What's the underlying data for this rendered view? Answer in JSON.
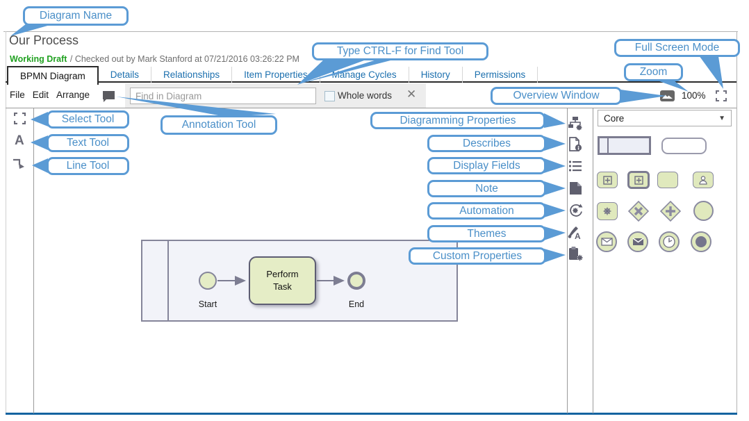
{
  "header": {
    "title": "Our Process",
    "status": "Working Draft",
    "status_detail": "/ Checked out by Mark Stanford at 07/21/2016 03:26:22 PM"
  },
  "tabs": [
    {
      "label": "BPMN Diagram",
      "active": true
    },
    {
      "label": "Details",
      "active": false
    },
    {
      "label": "Relationships",
      "active": false
    },
    {
      "label": "Item Properties",
      "active": false
    },
    {
      "label": "Manage Cycles",
      "active": false
    },
    {
      "label": "History",
      "active": false
    },
    {
      "label": "Permissions",
      "active": false
    }
  ],
  "menu": {
    "items": [
      "File",
      "Edit",
      "Arrange"
    ]
  },
  "find": {
    "placeholder": "Find in Diagram",
    "whole_words_label": "Whole words",
    "close_icon": "✕"
  },
  "view_controls": {
    "zoom_level": "100%",
    "icons": [
      "overview-window-icon",
      "fullscreen-icon"
    ]
  },
  "left_toolbar": {
    "icons": [
      "select-tool-icon",
      "text-tool-icon",
      "line-tool-icon"
    ],
    "text_tool_glyph": "A"
  },
  "right_toolbar": {
    "icons": [
      "diagramming-properties-icon",
      "describes-icon",
      "display-fields-icon",
      "note-icon",
      "automation-icon",
      "themes-icon",
      "custom-properties-icon"
    ]
  },
  "palette": {
    "dropdown_value": "Core",
    "shapes": [
      "pool",
      "rounded-rectangle",
      "subprocess",
      "call-activity",
      "task",
      "user-task",
      "service-task",
      "exclusive-gateway",
      "parallel-gateway",
      "start-event",
      "message-start-event",
      "message-throw-event",
      "timer-event",
      "end-event"
    ]
  },
  "diagram": {
    "nodes": [
      {
        "label": "Start",
        "type": "start-event"
      },
      {
        "label": "Perform Task",
        "type": "task"
      },
      {
        "label": "End",
        "type": "end-event"
      }
    ]
  },
  "callouts": {
    "diagram_name": {
      "label": "Diagram Name"
    },
    "find_tool": {
      "label": "Type CTRL-F for Find Tool"
    },
    "full_screen": {
      "label": "Full Screen Mode"
    },
    "zoom": {
      "label": "Zoom"
    },
    "overview_window": {
      "label": "Overview Window"
    },
    "select_tool": {
      "label": "Select Tool"
    },
    "annotation_tool": {
      "label": "Annotation Tool"
    },
    "text_tool": {
      "label": "Text Tool"
    },
    "line_tool": {
      "label": "Line Tool"
    },
    "diagramming_properties": {
      "label": "Diagramming Properties"
    },
    "describes": {
      "label": "Describes"
    },
    "display_fields": {
      "label": "Display Fields"
    },
    "note": {
      "label": "Note"
    },
    "automation": {
      "label": "Automation"
    },
    "themes": {
      "label": "Themes"
    },
    "custom_properties": {
      "label": "Custom Properties"
    }
  },
  "colors": {
    "callout_blue": "#5b9bd5",
    "tab_blue": "#1b6fae",
    "status_green": "#21a121",
    "shape_fill": "#e0e9bd",
    "shape_border": "#8a8aa0",
    "bottom_bar_blue": "#1464a0"
  }
}
